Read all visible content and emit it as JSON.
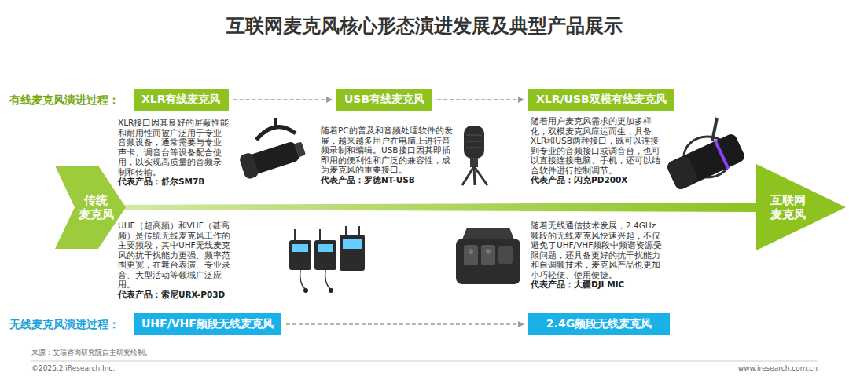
{
  "diagram": {
    "title": "互联网麦克风核心形态演进发展及典型产品展示",
    "nodes": [
      {
        "text": [
          "XLR有线麦克风"
        ]
      },
      {
        "text": [
          "USB有线麦克风"
        ]
      },
      {
        "text": [
          "XLR/USB双模有线麦克风"
        ]
      },
      {
        "text": [
          "传统麦克风"
        ]
      },
      {
        "text": [
          "互联网麦克风"
        ]
      },
      {
        "text": [
          "UHF/VHF频段无线麦克风"
        ]
      },
      {
        "text": [
          "2.4G频段无线麦克风"
        ]
      }
    ],
    "edges": [
      {
        "from": 0,
        "to": 1,
        "arrow": "to"
      },
      {
        "from": 1,
        "to": 2,
        "arrow": "to"
      },
      {
        "from": 3,
        "to": 4,
        "arrow": "none"
      },
      {
        "from": 5,
        "to": 6,
        "arrow": "to"
      }
    ],
    "labels": [
      "有线麦克风演进过程：",
      "XLR接口因其良好的屏蔽性能和耐用性而被广泛用于专业音频设备，通常需要与专业声卡、调音台等设备配合使用，以实现高质量的音频录制和传输。",
      "代表产品：舒尔SM7B",
      "随着PC的普及和音频处理软件的发展，越来越多用户在电脑上进行音频录制和编辑。USB接口因其即插即用的便利性和广泛的兼容性，成为麦克风的重要接口。",
      "代表产品：罗德NT-USB",
      "随着用户麦克风需求的更加多样化，双模麦克风应运而生，具备XLR和USB两种接口，既可以连接到专业的音频接口或调音台，也可以直接连接电脑、手机，还可以结合软件进行控制调节。",
      "代表产品：闪克PD200X",
      "UHF（超高频）和VHF（甚高频）是传统无线麦克风工作的主要频段，其中UHF无线麦克风的抗干扰能力更强、频率范围更宽，在舞台表演、专业录音、大型活动等领域广泛应用。",
      "代表产品：索尼URX-P03D",
      "随着无线通信技术发展，2.4GHz频段的无线麦克风快速兴起，不仅避免了UHF/VHF频段中频谱资源受限问题，还具备更好的抗干扰能力和自调频技术，麦克风产品也更加小巧轻便、使用便捷。",
      "代表产品：大疆DJI MIC",
      "无线麦克风演进过程：",
      "来源：艾瑞咨询研究院自主研究绘制。",
      "©2025.2 iResearch Inc.",
      "www.iresearch.com.cn"
    ]
  }
}
